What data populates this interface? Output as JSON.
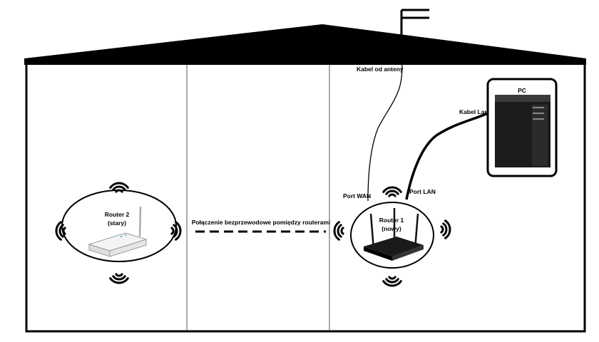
{
  "labels": {
    "antenna_cable": "Kabel od anteny",
    "pc": "PC",
    "lan_cable": "Kabel Lan",
    "port_wan": "Port WAN",
    "port_lan": "Port LAN",
    "router1_name": "Router 1",
    "router1_note": "(nowy)",
    "router2_name": "Router 2",
    "router2_note": "(stary)",
    "wireless_link": "Połączenie bezprzewodowe pomiędzy routerami"
  },
  "icons": {
    "antenna": "tv-antenna-icon",
    "pc": "desktop-tower-icon",
    "router_new": "black-router-icon",
    "router_old": "white-router-icon",
    "wifi": "wifi-signal-icon"
  },
  "colors": {
    "outline": "#000000",
    "background": "#ffffff"
  }
}
